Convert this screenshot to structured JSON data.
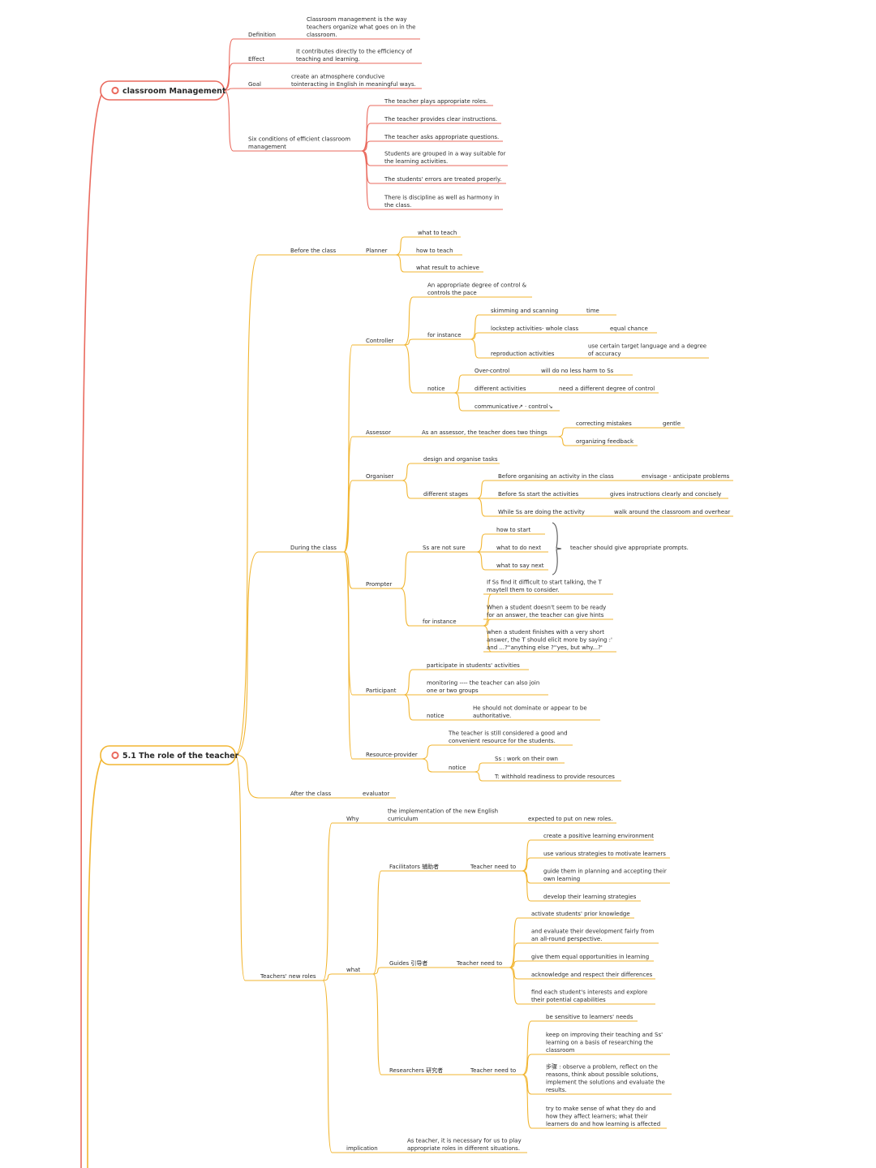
{
  "colors": {
    "red": "#ea6a5e",
    "orange": "#f2b632",
    "text": "#2a2a2a"
  },
  "topics": {
    "cm": "classroom Management",
    "role": "5.1 The role of the teacher"
  },
  "cm": {
    "definition": "Definition",
    "definition_text": [
      "Classroom management is the way",
      "teachers organize what goes on in the",
      "classroom."
    ],
    "effect": "Effect",
    "effect_text": [
      "It contributes directly to the efficiency of",
      "teaching and learning."
    ],
    "goal": "Goal",
    "goal_text": [
      "create an atmosphere conducive",
      "tointeracting in English in meaningful ways."
    ],
    "six": [
      "Six conditions of efficient classroom",
      "management"
    ],
    "c1": "The teacher plays appropriate roles.",
    "c2": "The teacher provides clear instructions.",
    "c3": "The teacher asks appropriate questions.",
    "c4": [
      "Students are grouped in a way suitable for",
      "the learning activities."
    ],
    "c5": "The students' errors are treated properly.",
    "c6": [
      "There is discipline as well as harmony in",
      "the class."
    ]
  },
  "before": {
    "label": "Before the class",
    "planner": "Planner",
    "p1": "what to teach",
    "p2": "how to teach",
    "p3": "what result to achieve"
  },
  "during": {
    "label": "During the class",
    "controller": "Controller",
    "ctrl_degree": [
      "An appropriate degree of control  &",
      "controls the pace"
    ],
    "for_instance": "for instance",
    "fi1": "skimming and scanning",
    "fi1b": "time",
    "fi2": "lockstep activities- whole class",
    "fi2b": "equal chance",
    "fi3": "reproduction activities",
    "fi3b": [
      "use certain target language and a degree",
      "of accuracy"
    ],
    "notice": "notice",
    "n1": "Over-control",
    "n1b": "will do no less harm to Ss",
    "n2": "different activities",
    "n2b": "need a different degree of control",
    "n3": "communicative↗ · control↘",
    "assessor": "Assessor",
    "assessor_text": "As an assessor, the teacher does two things",
    "a1": "correcting mistakes",
    "a1b": "gentle",
    "a2": "organizing feedback",
    "organiser": "Organiser",
    "o1": "design and organise tasks",
    "o2": "different stages",
    "o2a": "Before organising an activity in the class",
    "o2ab": "envisage - anticipate problems",
    "o2b": "Before Ss start the activities",
    "o2bb": "gives instructions clearly and concisely",
    "o2c": "While Ss are doing the activity",
    "o2cb": "walk around the classroom and overhear",
    "prompter": "Prompter",
    "pr1": "Ss are not sure",
    "pr1a": "how to start",
    "pr1b": "what to do next",
    "pr1c": "what to say next",
    "pr1d": "teacher should give appropriate prompts.",
    "pr2": "for instance",
    "pr2a": [
      "If Ss find it difficult to start talking, the T",
      "maytell them to consider."
    ],
    "pr2b": [
      "When a student doesn't seem to be ready",
      "for an answer, the teacher can give hints"
    ],
    "pr2c": [
      "when a student finishes with a very short",
      "answer, the T should elicit more by saying :'",
      "and ...?''anything else ?''yes, but why...?'"
    ],
    "participant": "Participant",
    "pa1": "participate in students' activities",
    "pa2": [
      "monitoring ---- the teacher can also join",
      "one or two groups"
    ],
    "pa3": "notice",
    "pa3b": [
      "He should not dominate or appear to be",
      "authoritative."
    ],
    "resource": "Resource-provider",
    "rp1": [
      "The teacher is still considered a good and",
      "convenient resource for the students."
    ],
    "rp2": "notice",
    "rp2a": "Ss : work on their own",
    "rp2b": "T: withhold readiness to provide resources"
  },
  "after": {
    "label": "After the class",
    "evaluator": "evaluator"
  },
  "newroles": {
    "label": "Teachers' new roles",
    "why": "Why",
    "why_text": [
      "the implementation of the new English",
      "curriculum"
    ],
    "why_b": "expected to put on new roles.",
    "what": "what",
    "facilitators": "Facilitators 辅助者",
    "need": "Teacher need to",
    "f1": "create a positive learning environment",
    "f2": "use various strategies to motivate learners",
    "f3": [
      "guide them in planning and accepting their",
      "own learning"
    ],
    "f4": "develop their learning strategies",
    "guides": "Guides 引导者",
    "g1": "activate students' prior knowledge",
    "g2": [
      "and evaluate their development fairly from",
      "an all-round perspective."
    ],
    "g3": "give them equal opportunities in learning",
    "g4": "acknowledge and respect their differences",
    "g5": [
      "find each student's interests and explore",
      "their potential capabilities"
    ],
    "researchers": "Researchers 研究者",
    "r1": "be sensitive to learners' needs",
    "r2": [
      "keep on improving their teaching and Ss'",
      "learning on a basis of researching the",
      "classroom"
    ],
    "r3": [
      "步骤 : observe a problem, reflect on the",
      "reasons, think about possible solutions,",
      "implement the solutions and evaluate the",
      "results."
    ],
    "r4": [
      " try to make sense of what they do and",
      "how they affect learners; what their",
      "learners do and how learning is affected"
    ],
    "implication": "implication",
    "impl_text": [
      "As teacher, it is necessary for us to play",
      "appropriate roles in different situations."
    ]
  }
}
